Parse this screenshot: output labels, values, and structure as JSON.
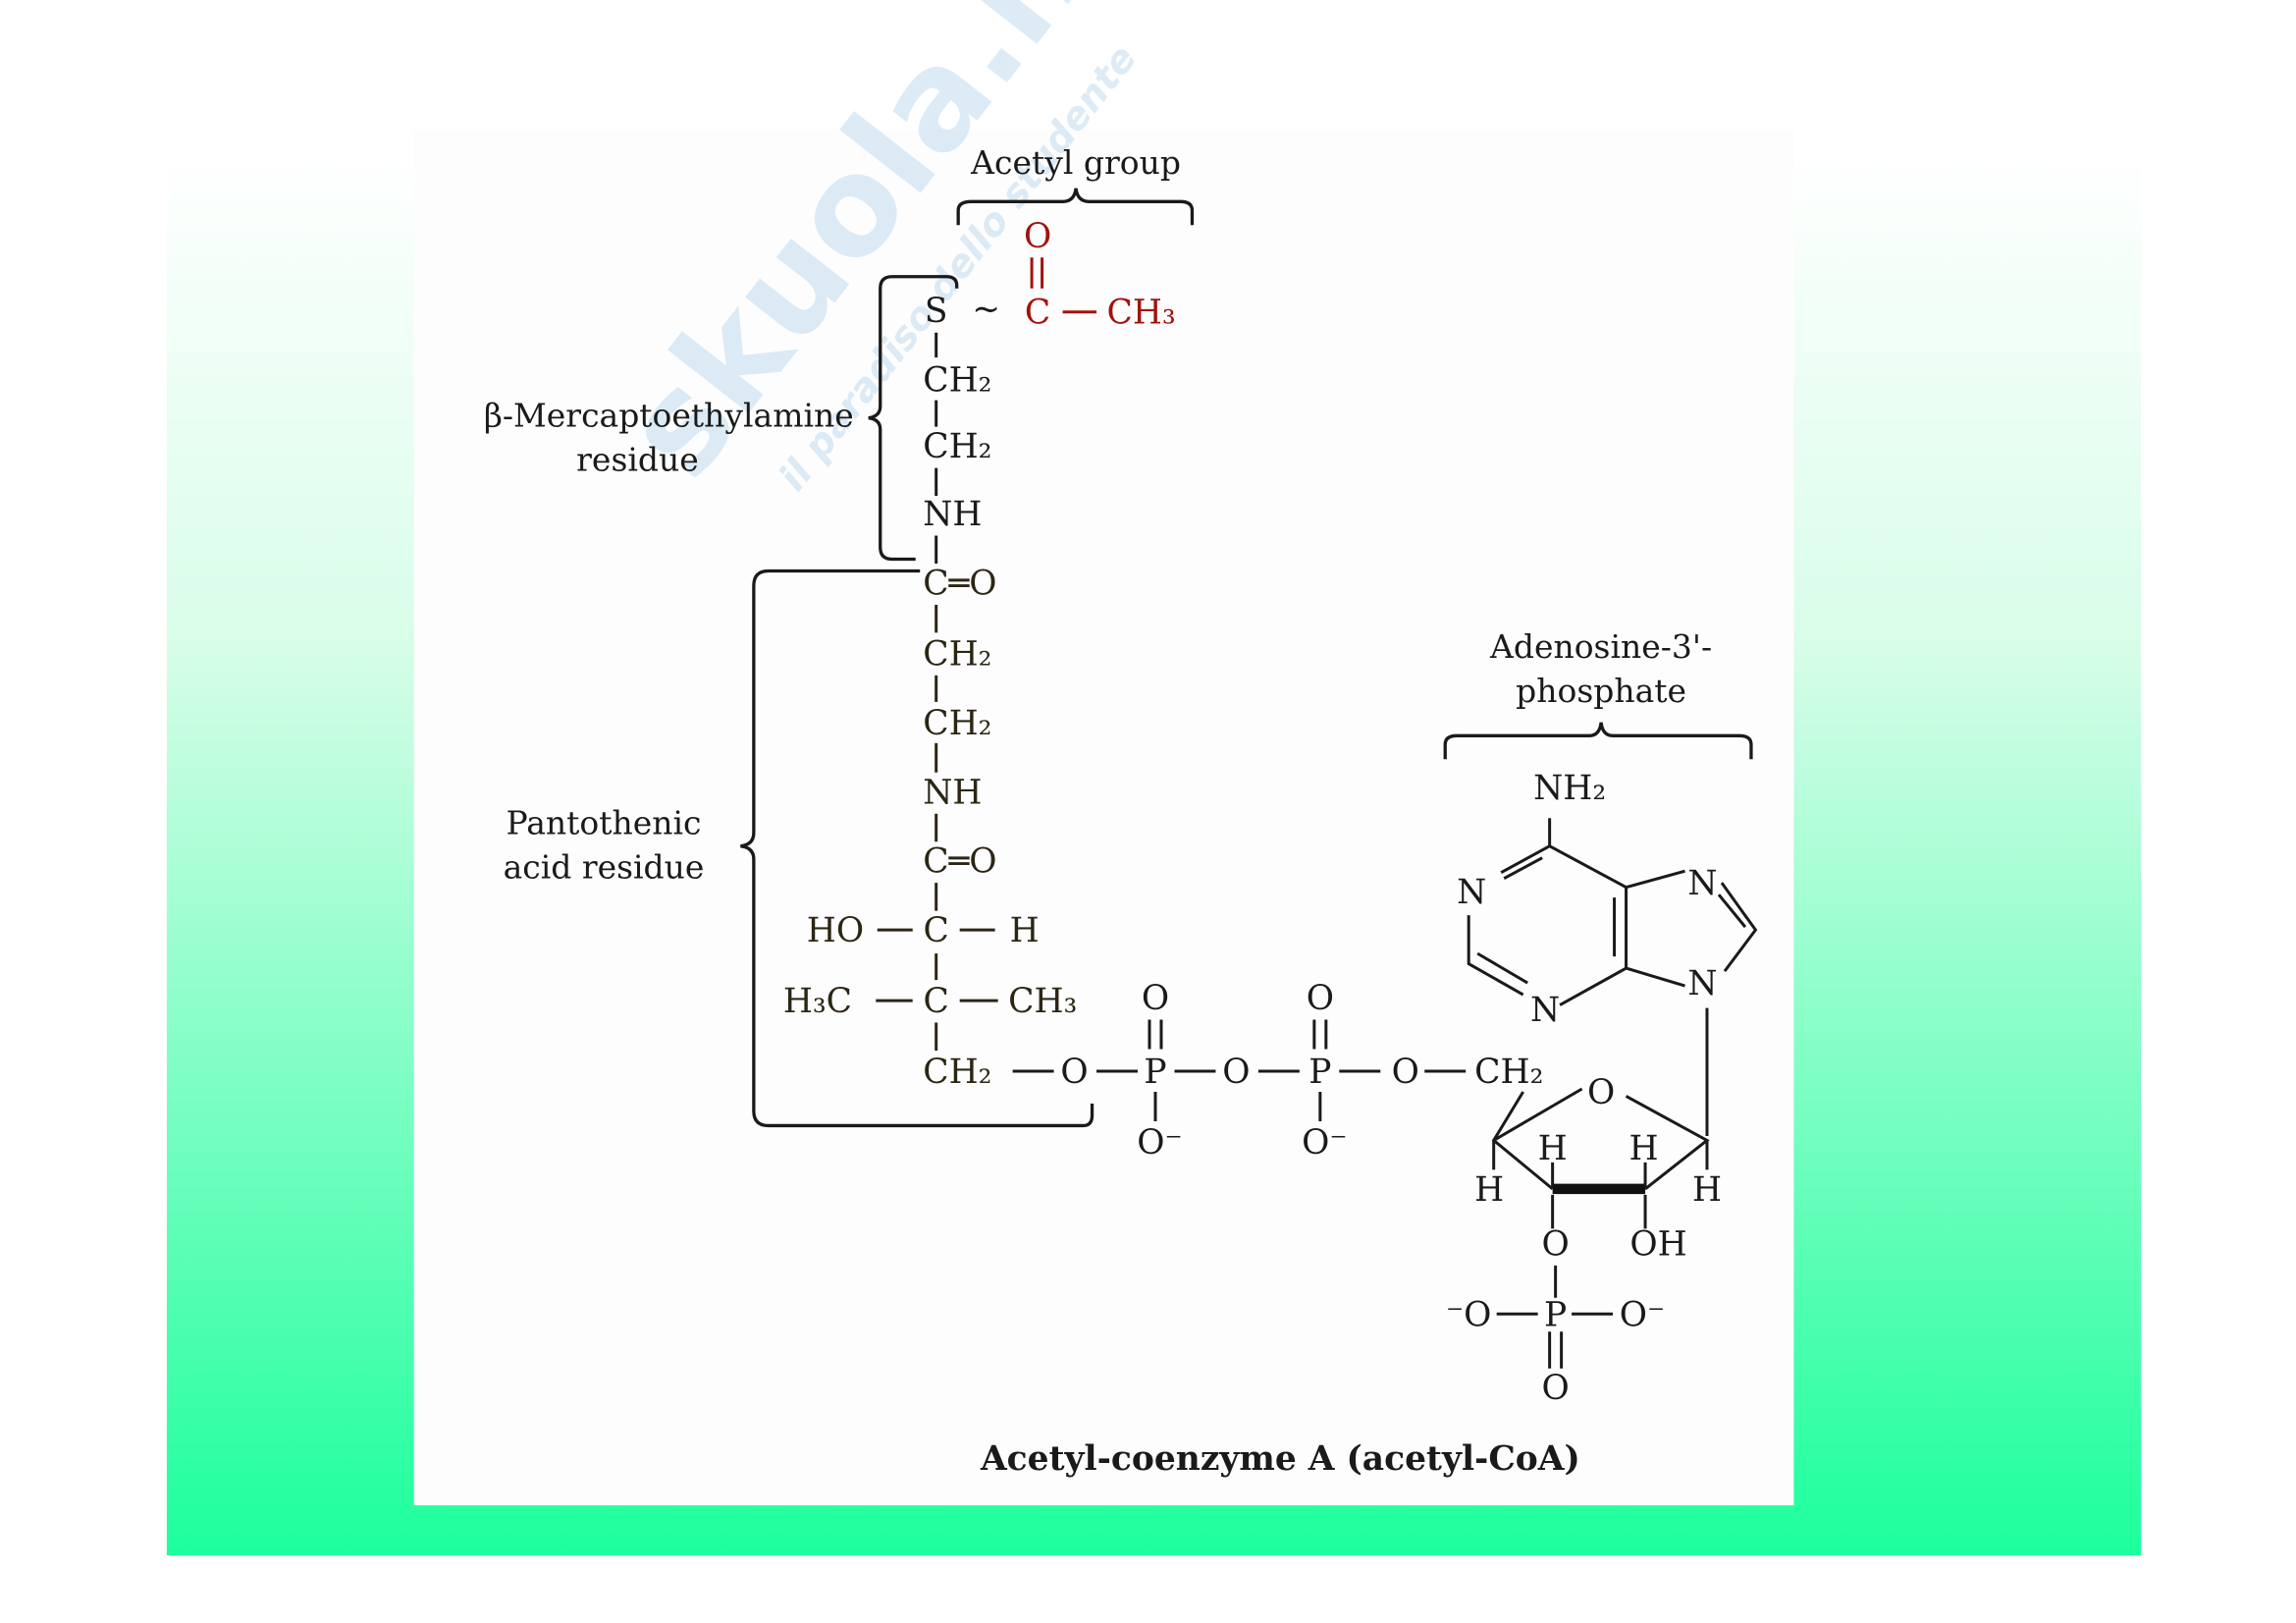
{
  "watermark": {
    "brand": "skuola.net",
    "tagline": "il paradiso dello studente"
  },
  "labels": {
    "acetyl_group": "Acetyl group",
    "mercapto_line1": "β-Mercaptoethylamine",
    "mercapto_line2": "residue",
    "pantothenic_line1": "Pantothenic",
    "pantothenic_line2": "acid residue",
    "adenosine_line1": "Adenosine-3'-",
    "adenosine_line2": "phosphate",
    "caption": "Acetyl-coenzyme A (acetyl-CoA)"
  },
  "acetyl": {
    "O": "O",
    "tilde": "~",
    "C": "C",
    "CH3": "CH₃"
  },
  "chain": {
    "S": "S",
    "CH2_a": "CH₂",
    "CH2_b": "CH₂",
    "NH_a": "NH",
    "CO_a": "C═O",
    "CH2_c": "CH₂",
    "CH2_d": "CH₂",
    "NH_b": "NH",
    "CO_b": "C═O",
    "HO": "HO",
    "C_oh": "C",
    "H": "H",
    "H3C": "H₃C",
    "C_q": "C",
    "CH3": "CH₃",
    "CH2_e": "CH₂"
  },
  "phosphates": {
    "O1": "O",
    "P1": "P",
    "P1_top": "O",
    "P1_bot": "O⁻",
    "O2": "O",
    "P2": "P",
    "P2_top": "O",
    "P2_bot": "O⁻",
    "O3": "O",
    "CH2": "CH₂"
  },
  "ribose": {
    "O_ring": "O",
    "H1": "H",
    "H2": "H",
    "H3": "H",
    "H4": "H",
    "O3": "O",
    "OH": "OH",
    "P": "P",
    "O_left": "⁻O",
    "O_right": "O⁻",
    "O_bottom": "O"
  },
  "adenine": {
    "NH2": "NH₂",
    "N1": "N",
    "N3": "N",
    "N7": "N",
    "N9": "N"
  },
  "colors": {
    "acetyl": "#a3120c",
    "gradient_bottom": "#1cff9c",
    "chain": "#2b2614"
  }
}
